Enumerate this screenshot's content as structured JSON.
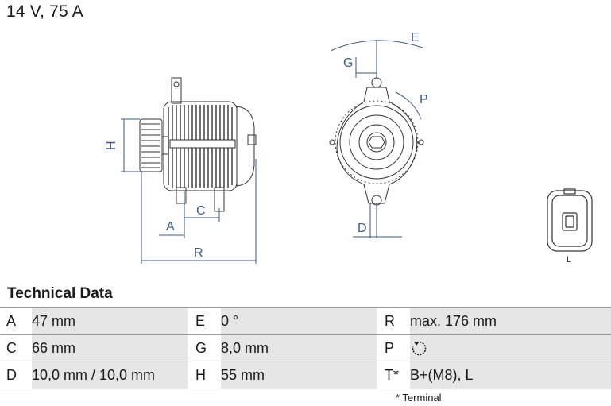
{
  "heading": "14 V, 75 A",
  "section_title": "Technical Data",
  "dimension_labels": {
    "A": "A",
    "C": "C",
    "R": "R",
    "H": "H",
    "E": "E",
    "G": "G",
    "P": "P",
    "D": "D",
    "L": "L"
  },
  "rows": [
    [
      {
        "key": "A",
        "value": "47 mm"
      },
      {
        "key": "E",
        "value": "0 °"
      },
      {
        "key": "R",
        "value": "max. 176 mm"
      }
    ],
    [
      {
        "key": "C",
        "value": "66 mm"
      },
      {
        "key": "G",
        "value": "8,0 mm"
      },
      {
        "key": "P",
        "value": "",
        "icon": "clockwise-rotation-icon"
      }
    ],
    [
      {
        "key": "D",
        "value": "10,0 mm / 10,0 mm"
      },
      {
        "key": "H",
        "value": "55 mm"
      },
      {
        "key": "T*",
        "value": "B+(M8), L"
      }
    ]
  ],
  "footnote": "* Terminal",
  "colors": {
    "dimension_line": "#3a5a8c",
    "drawing_line": "#333333",
    "row_shade": "#e6e6e6",
    "rule": "#9a9a9a"
  }
}
